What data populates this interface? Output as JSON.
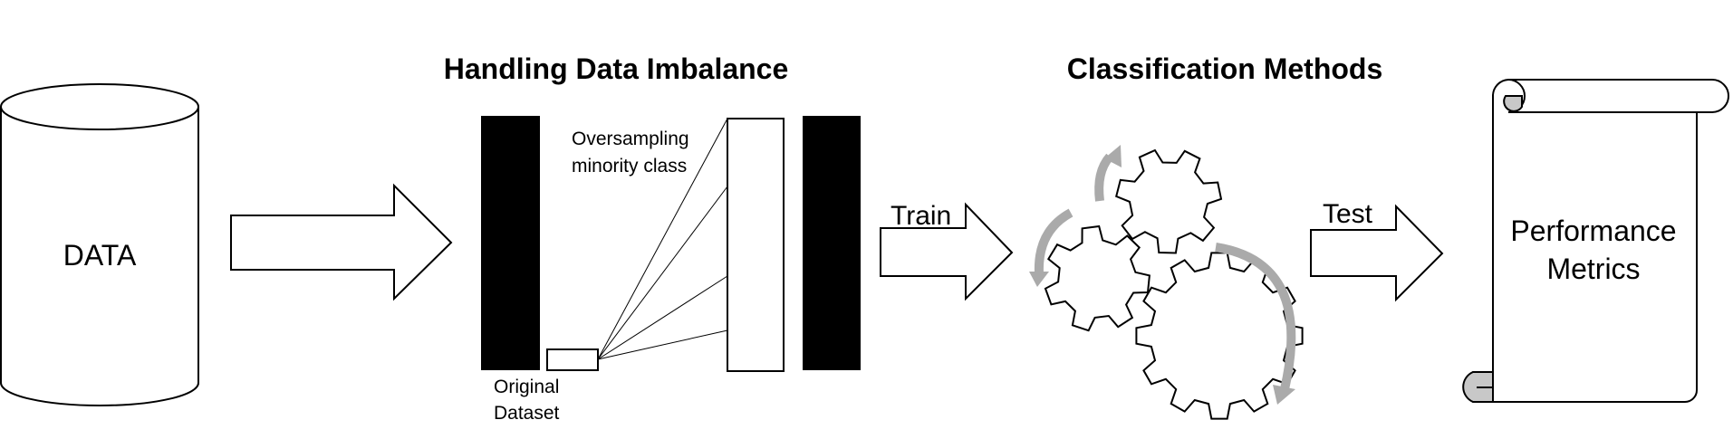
{
  "diagram": {
    "data_label": "DATA",
    "imbalance_title": "Handling Data Imbalance",
    "oversampling_label_line1": "Oversampling",
    "oversampling_label_line2": "minority class",
    "original_label_line1": "Original",
    "original_label_line2": "Dataset",
    "train_label": "Train",
    "classification_title": "Classification Methods",
    "test_label": "Test",
    "metrics_line1": "Performance",
    "metrics_line2": "Metrics"
  },
  "colors": {
    "stroke": "#000000",
    "fill_black": "#000000",
    "fill_white": "#ffffff",
    "rotation_arrow_gray": "#aaaaaa",
    "scroll_curl_gray": "#c8c8c8"
  },
  "icons": [
    "database-cylinder-icon",
    "right-arrow-icon",
    "gear-icon",
    "rotation-arrow-icon",
    "scroll-icon"
  ]
}
